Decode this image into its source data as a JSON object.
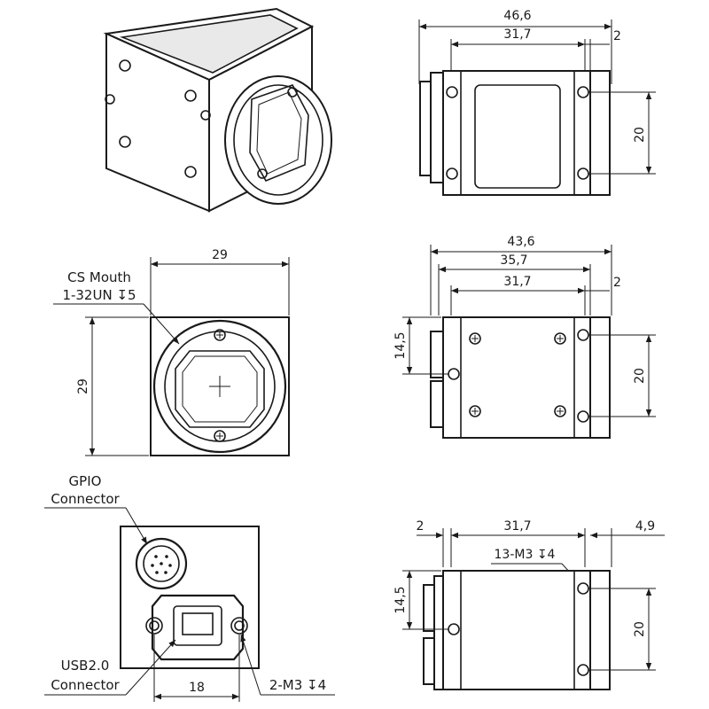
{
  "iso": {},
  "top_right": {
    "dim_total": "46,6",
    "dim_body": "31,7",
    "dim_flange": "2",
    "dim_hole_spacing": "20"
  },
  "front": {
    "dim_width": "29",
    "dim_height": "29",
    "cs_mouth_line1": "CS Mouth",
    "cs_mouth_line2": "1-32UN ↧5"
  },
  "mid_right": {
    "dim_total": "43,6",
    "dim_mid": "35,7",
    "dim_body": "31,7",
    "dim_flange": "2",
    "dim_hole_spacing": "20",
    "dim_left_height": "14,5"
  },
  "back": {
    "gpio_line1": "GPIO",
    "gpio_line2": "Connector",
    "usb_line1": "USB2.0",
    "usb_line2": "Connector",
    "dim_hole_spacing": "18",
    "m3_label": "2-M3 ↧4"
  },
  "bottom_right": {
    "dim_left": "2",
    "dim_body": "31,7",
    "dim_right": "4,9",
    "m3_label": "13-M3 ↧4",
    "dim_left_height": "14,5",
    "dim_hole_spacing": "20"
  }
}
